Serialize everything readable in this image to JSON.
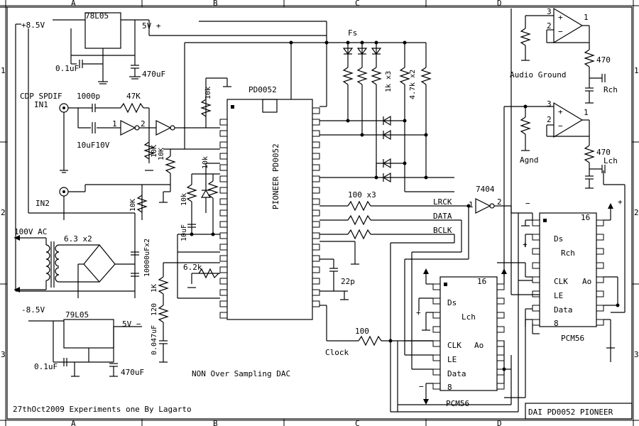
{
  "border": {
    "cols_top": [
      "A",
      "B",
      "C",
      "D"
    ],
    "cols_bottom": [
      "A",
      "B",
      "C",
      "D"
    ],
    "rows_left": [
      "1",
      "2",
      "3"
    ],
    "rows_right": [
      "1",
      "2",
      "3"
    ]
  },
  "power": {
    "in_pos": "+8.5V",
    "in_neg": "-8.5V",
    "reg_pos": "78L05",
    "reg_neg": "79L05",
    "out_pos": "5V +",
    "out_neg": "5V −",
    "cap_pos_small": "0.1uF",
    "cap_pos_big": "470uF",
    "cap_neg_small": "0.1uF",
    "cap_neg_big": "470uF",
    "ac_in": "100V AC",
    "transformer": "6.3 x2",
    "filter_caps": "10000uFx2"
  },
  "inputs": {
    "in1_label": "CDP SPDIF",
    "in1": "IN1",
    "in2": "IN2",
    "cap_1000p": "1000p",
    "r_47k": "47K",
    "cap_10uf10v": "10uF10V",
    "pin_1": "1",
    "pin_2": "2",
    "r_10k_a": "10K",
    "r_10k_b": "10k",
    "r_10k_c": "10K",
    "r_10k_d": "10k",
    "r_10k_e": "10k",
    "cap_10uf": "10uF"
  },
  "chip": {
    "name": "PD0052",
    "body_text": "PIONEER PD0052"
  },
  "fs": {
    "label": "Fs",
    "r_1k": "1k x3",
    "r_47k": "4.7k x2"
  },
  "filter": {
    "r_6k2": "6.2k",
    "r_1k": "1K",
    "r_120": "120",
    "cap": "0.047uF",
    "cap_22p": "22p"
  },
  "signals": {
    "r_100x3": "100 x3",
    "lrck": "LRCK",
    "data": "DATA",
    "bclk": "BCLK",
    "inverter": "7404",
    "inv_in": "1",
    "inv_out": "2",
    "r_100": "100",
    "clock": "Clock"
  },
  "dac_left": {
    "pin_top": "16",
    "pin_bottom": "8",
    "ds": "Ds",
    "ch": "Lch",
    "clk": "CLK",
    "le": "LE",
    "data": "Data",
    "ao": "Ao",
    "name": "PCM56"
  },
  "dac_right": {
    "pin_top": "16",
    "pin_bottom": "8",
    "ds": "Ds",
    "ch": "Rch",
    "clk": "CLK",
    "le": "LE",
    "data": "Data",
    "ao": "Ao",
    "name": "PCM56"
  },
  "output": {
    "audio_ground": "Audio Ground",
    "agnd": "Agnd",
    "r_470_r": "470",
    "r_470_l": "470",
    "rch": "Rch",
    "lch": "Lch",
    "opamp_in_minus_r": "2",
    "opamp_in_plus_r": "3",
    "opamp_out_r": "1",
    "opamp_in_minus_l": "2",
    "opamp_in_plus_l": "3",
    "opamp_out_l": "1",
    "plus": "+",
    "minus": "−"
  },
  "footer": {
    "date_credit": "27thOct2009  Experiments one  By Lagarto",
    "description": "NON Over Sampling DAC",
    "title_block": "DAI PD0052 PIONEER"
  }
}
